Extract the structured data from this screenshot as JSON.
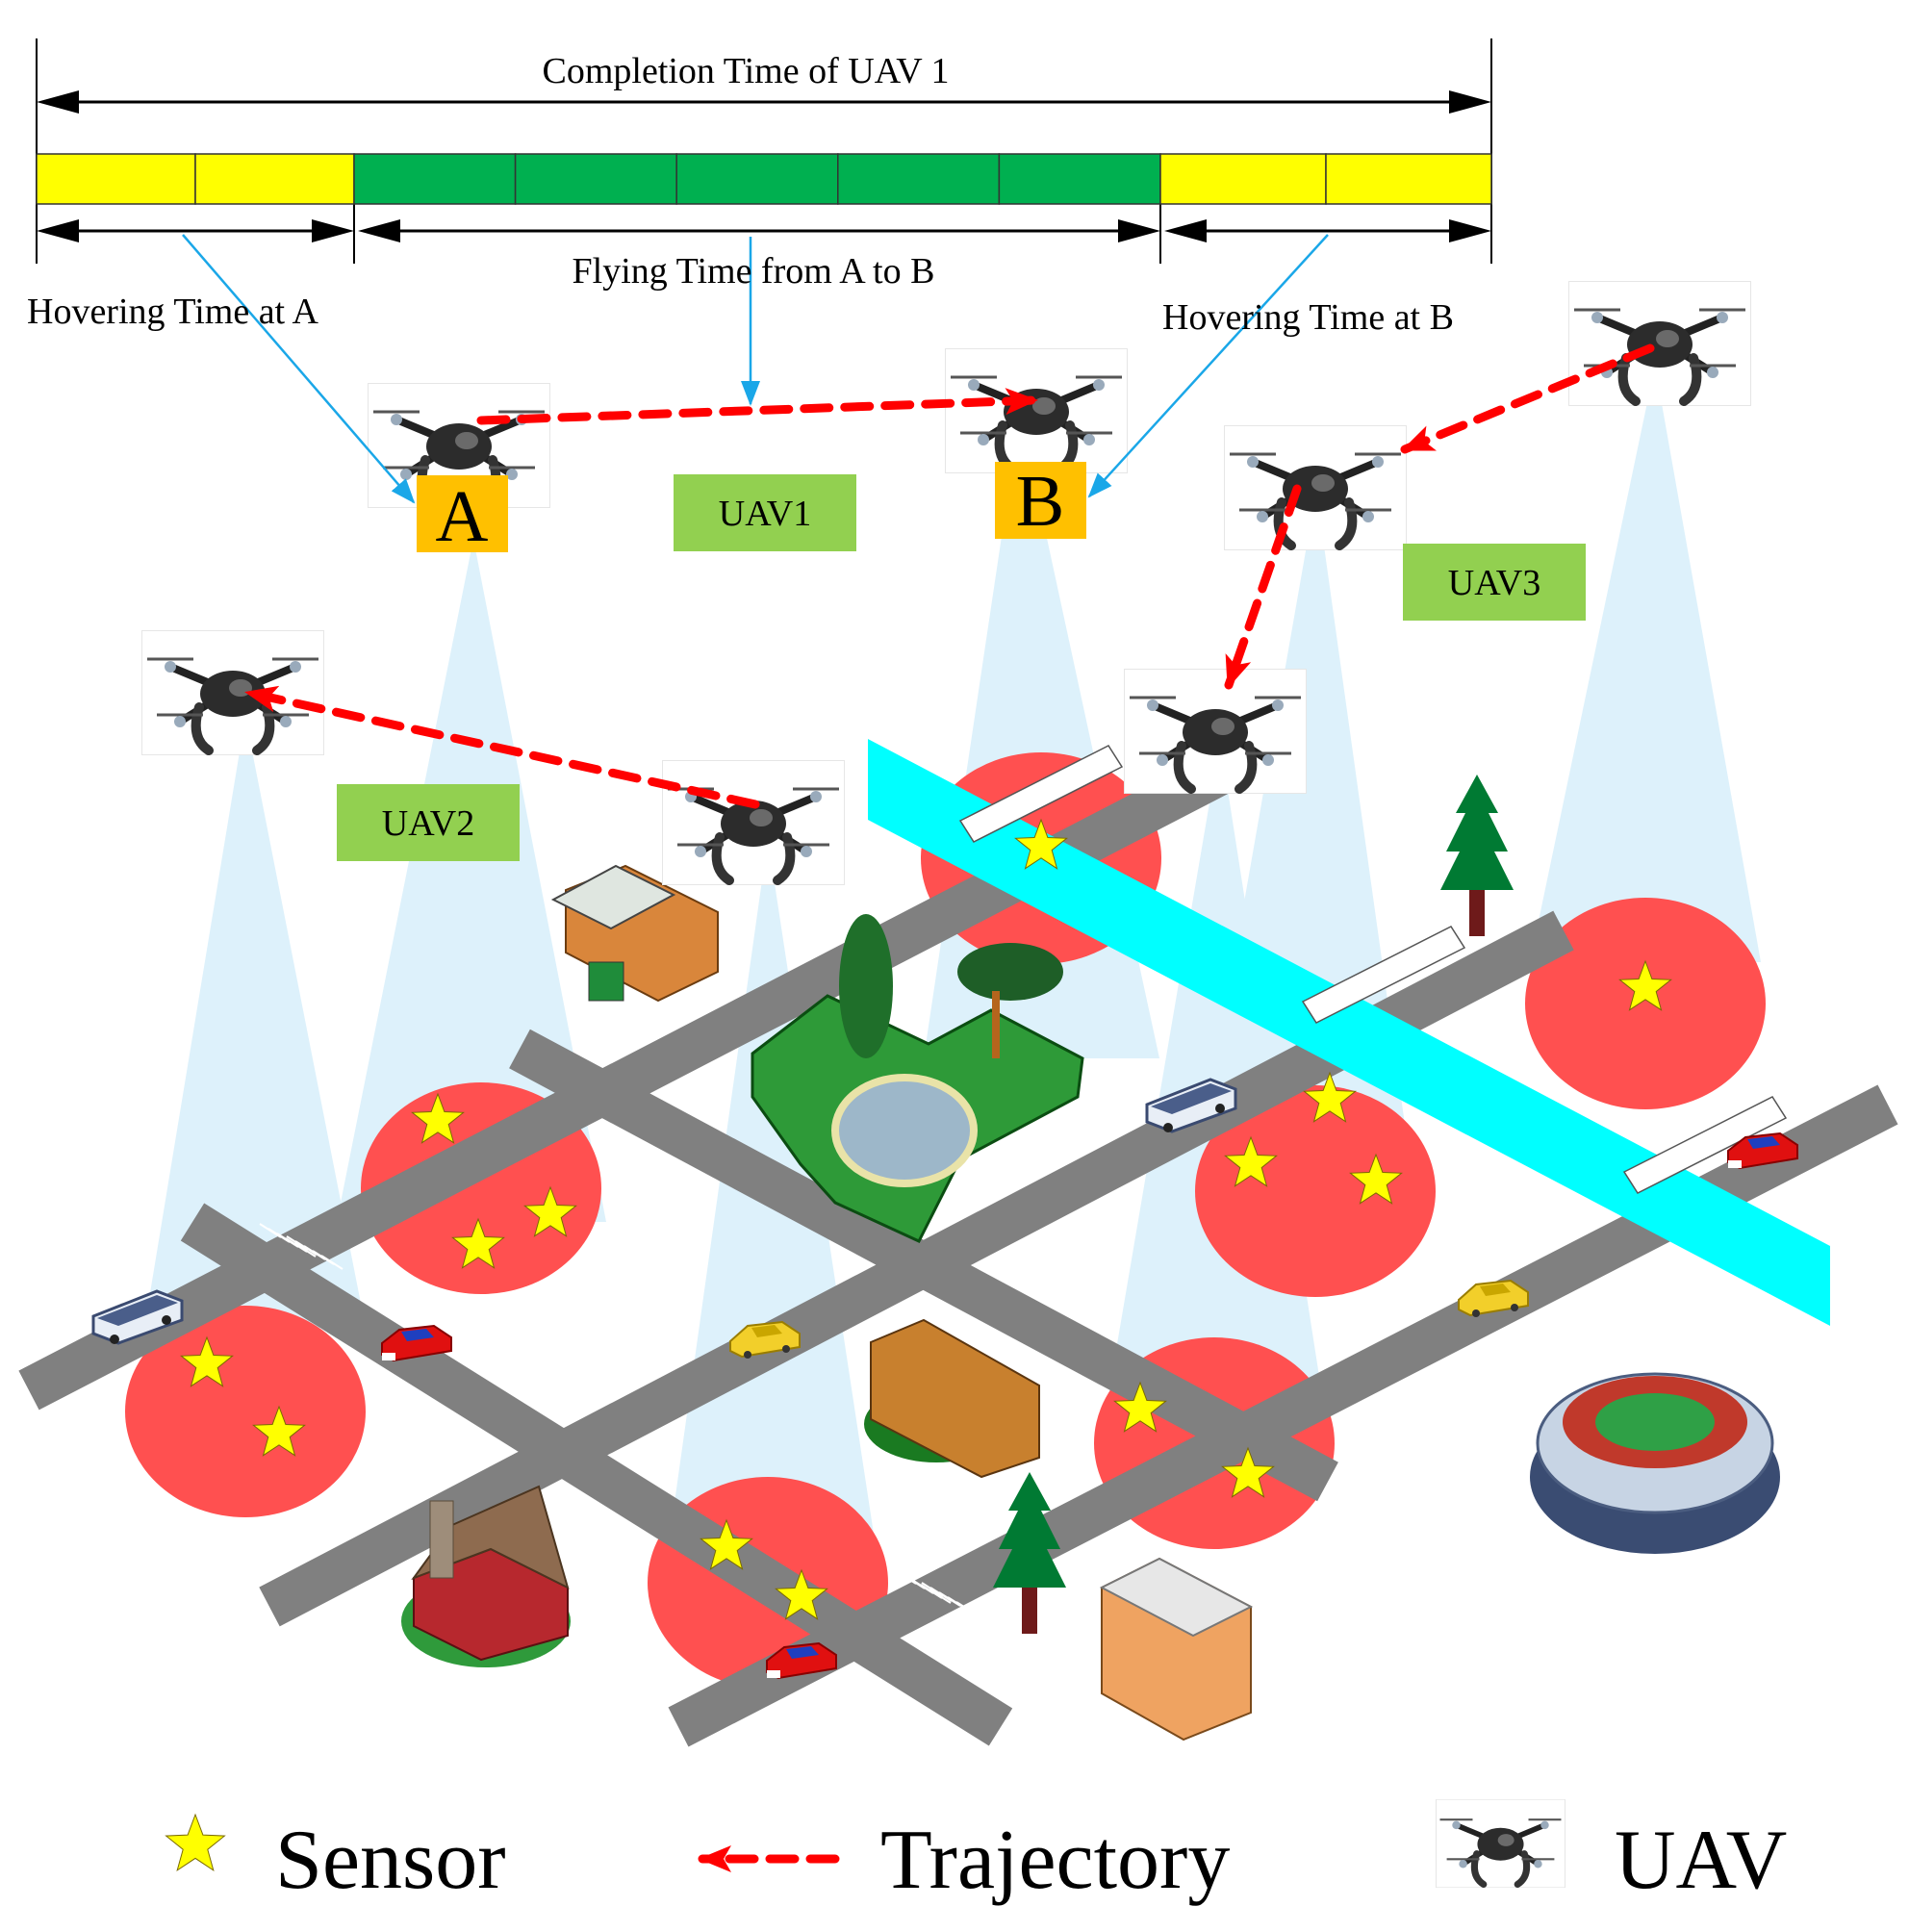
{
  "timeline": {
    "completion_label": "Completion Time of UAV 1",
    "hover_a_label": "Hovering Time  at A",
    "flying_label": "Flying Time  from A to B",
    "hover_b_label": "Hovering Time  at B",
    "hover_a_slots": 2,
    "flying_slots": 5,
    "hover_b_slots": 2
  },
  "points": {
    "a_label": "A",
    "b_label": "B"
  },
  "uav_labels": {
    "uav1": "UAV1",
    "uav2": "UAV2",
    "uav3": "UAV3"
  },
  "legend": {
    "sensor": "Sensor",
    "trajectory": "Trajectory",
    "uav": "UAV"
  },
  "colors": {
    "hover_segment": "#FFFF00",
    "flying_segment": "#00B050",
    "marker_box": "#FFC000",
    "uav_label_box": "#92D050",
    "arrow_blue": "#1AA7E8",
    "trajectory": "#FF0000",
    "coverage": "#FF5050",
    "beam": "#DDF1FB",
    "road": "#808080",
    "river": "#00FFFF",
    "sensor_star": "#FFFF00"
  }
}
